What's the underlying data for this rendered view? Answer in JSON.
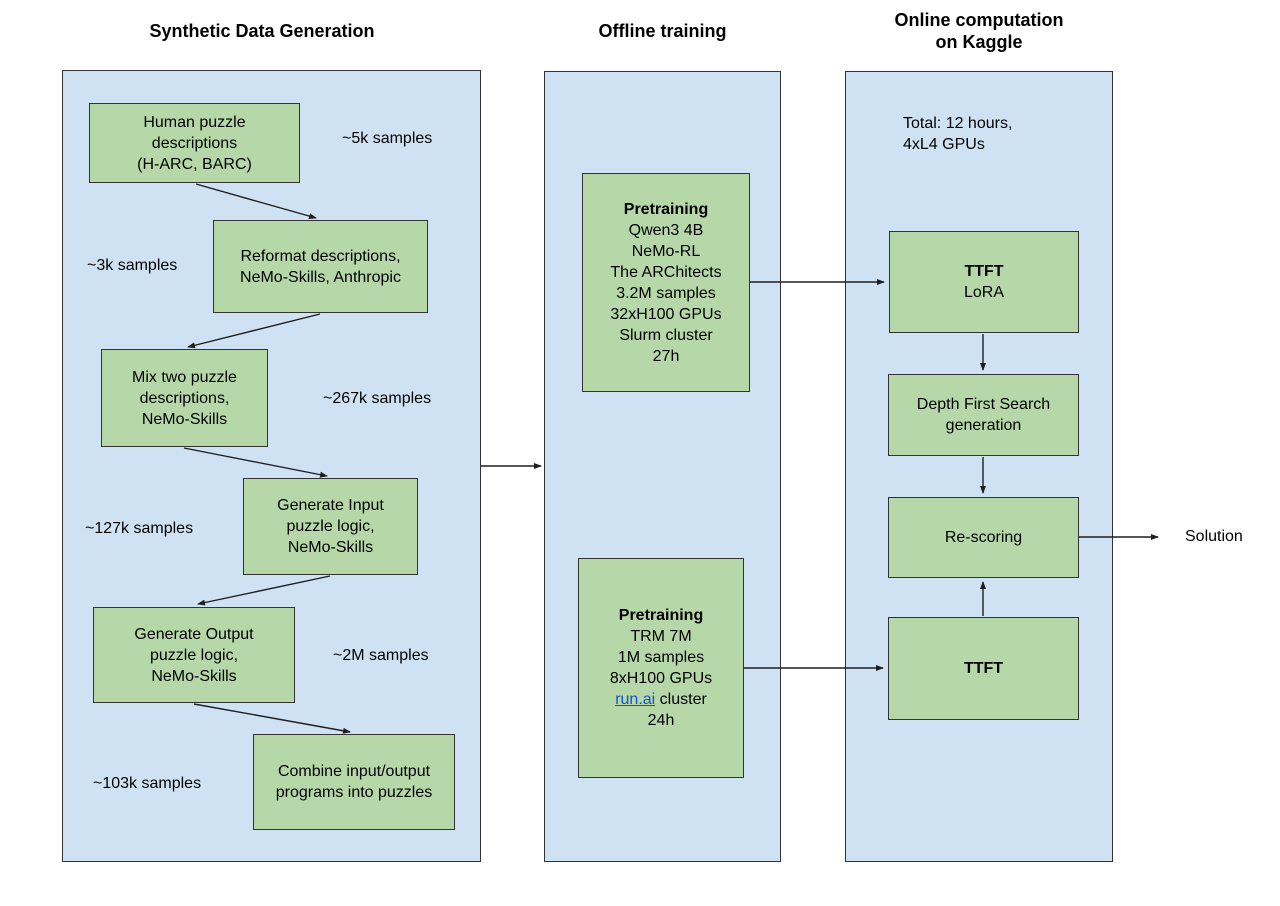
{
  "diagram": {
    "columns": {
      "synthetic": {
        "title": "Synthetic Data Generation",
        "boxes": {
          "human_descriptions": "Human puzzle\ndescriptions\n(H-ARC, BARC)",
          "reformat": "Reformat descriptions,\nNeMo-Skills, Anthropic",
          "mix_two": "Mix two puzzle\ndescriptions,\nNeMo-Skills",
          "generate_input": "Generate Input\npuzzle logic,\nNeMo-Skills",
          "generate_output": "Generate Output\npuzzle logic,\nNeMo-Skills",
          "combine": "Combine input/output\nprograms into puzzles"
        },
        "sample_labels": {
          "s5k": "~5k samples",
          "s3k": "~3k samples",
          "s267k": "~267k samples",
          "s127k": "~127k samples",
          "s2m": "~2M samples",
          "s103k": "~103k samples"
        }
      },
      "offline": {
        "title": "Offline training",
        "pretraining_llm": {
          "heading": "Pretraining",
          "body": "Qwen3 4B\nNeMo-RL\nThe ARChitects\n3.2M samples\n32xH100 GPUs\nSlurm cluster\n27h"
        },
        "pretraining_trm": {
          "heading": "Pretraining",
          "body": "TRM 7M\n1M samples\n8xH100 GPUs",
          "link_text": "run.ai",
          "link_suffix": " cluster",
          "last_line": "24h"
        }
      },
      "online": {
        "title": "Online computation\non Kaggle",
        "note": "Total: 12 hours,\n4xL4 GPUs",
        "ttft_lora": {
          "heading": "TTFT",
          "body": "LoRA"
        },
        "dfs": "Depth First Search\ngeneration",
        "rescoring": "Re-scoring",
        "ttft": {
          "heading": "TTFT"
        }
      }
    },
    "output_label": "Solution",
    "colors": {
      "panel_fill": "#cfe2f3",
      "node_fill": "#b6d7a8",
      "border": "#333333",
      "arrow": "#1f1f1f",
      "link": "#1155cc",
      "text": "#000000"
    }
  }
}
